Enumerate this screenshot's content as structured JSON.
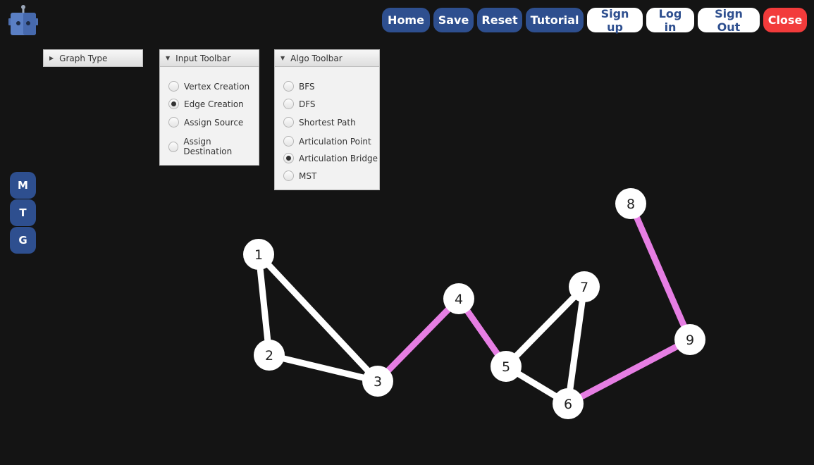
{
  "toolbar": {
    "home": "Home",
    "save": "Save",
    "reset": "Reset",
    "tutorial": "Tutorial",
    "signup": "Sign up",
    "login": "Log in",
    "signout": "Sign Out",
    "close": "Close"
  },
  "side": {
    "m": "M",
    "t": "T",
    "g": "G"
  },
  "panels": {
    "graph_type": {
      "title": "Graph Type"
    },
    "input": {
      "title": "Input Toolbar",
      "options": [
        "Vertex Creation",
        "Edge Creation",
        "Assign Source",
        "Assign Destination"
      ],
      "selected": "Edge Creation"
    },
    "algo": {
      "title": "Algo Toolbar",
      "options": [
        "BFS",
        "DFS",
        "Shortest Path",
        "Articulation Point",
        "Articulation Bridge",
        "MST"
      ],
      "selected": "Articulation Bridge"
    }
  },
  "graph": {
    "vertices": [
      "1",
      "2",
      "3",
      "4",
      "5",
      "6",
      "7",
      "8",
      "9"
    ],
    "edges": [
      {
        "from": "1",
        "to": "2",
        "bridge": false
      },
      {
        "from": "1",
        "to": "3",
        "bridge": false
      },
      {
        "from": "2",
        "to": "3",
        "bridge": false
      },
      {
        "from": "3",
        "to": "4",
        "bridge": true
      },
      {
        "from": "4",
        "to": "5",
        "bridge": true
      },
      {
        "from": "5",
        "to": "7",
        "bridge": false
      },
      {
        "from": "5",
        "to": "6",
        "bridge": false
      },
      {
        "from": "7",
        "to": "6",
        "bridge": false
      },
      {
        "from": "6",
        "to": "9",
        "bridge": true
      },
      {
        "from": "8",
        "to": "9",
        "bridge": true
      }
    ],
    "colors": {
      "edge": "#ffffff",
      "bridge": "#e67ee3",
      "vertex": "#ffffff"
    }
  }
}
